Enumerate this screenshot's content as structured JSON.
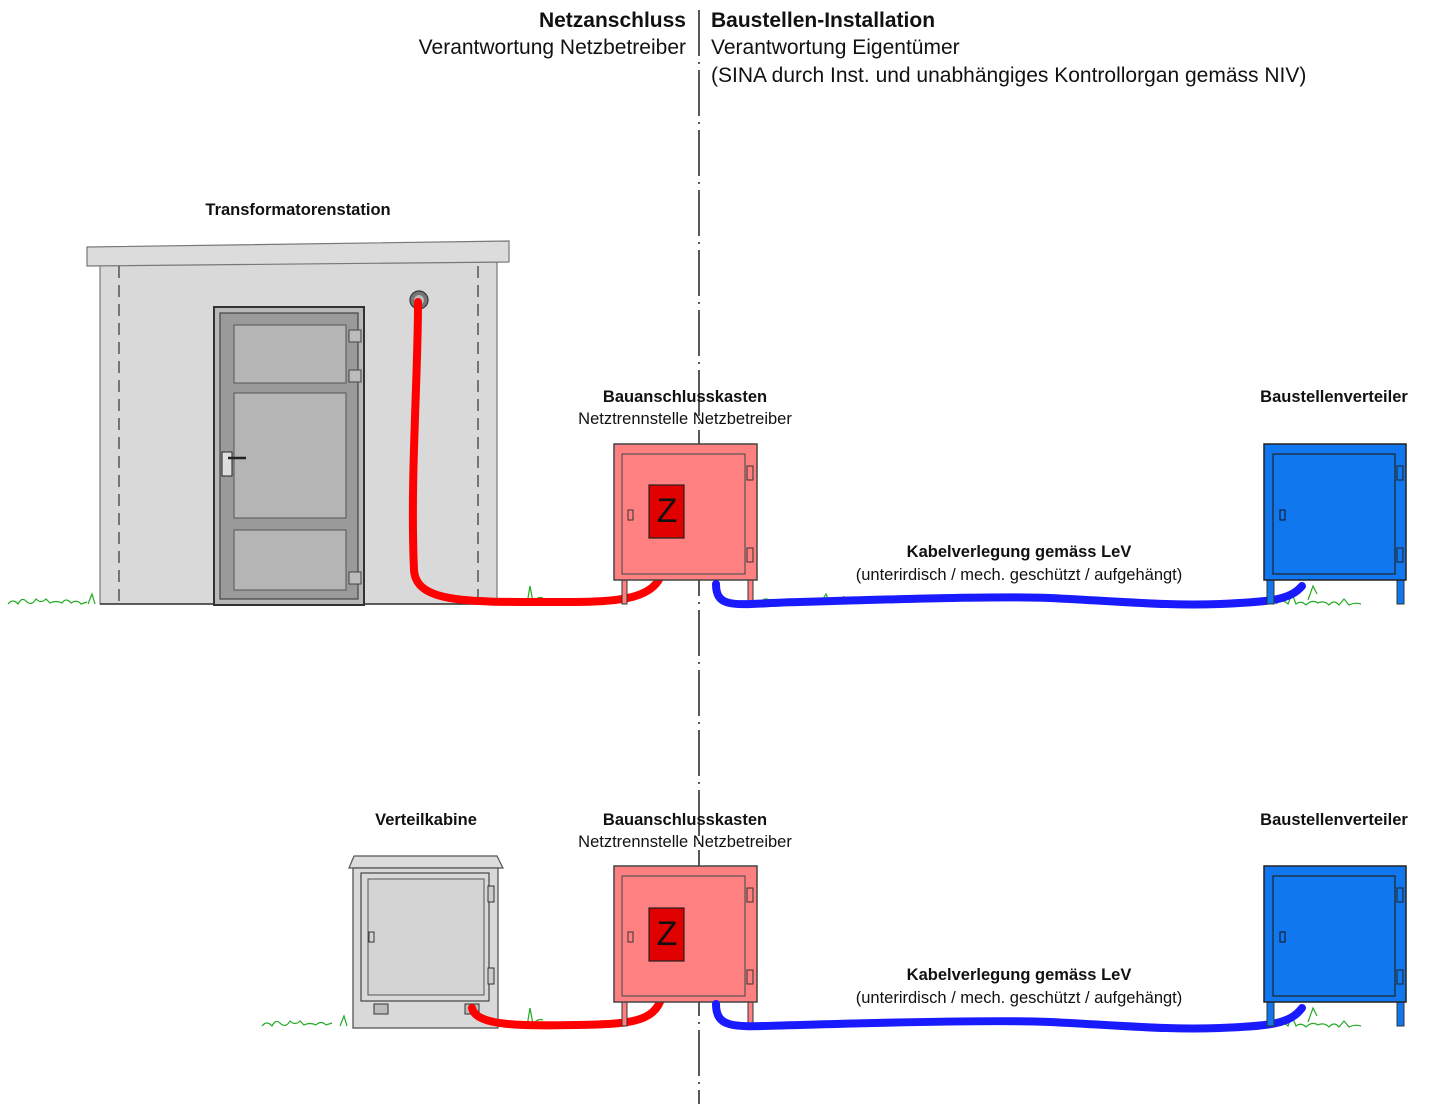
{
  "header": {
    "left_title": "Netzanschluss",
    "left_sub": "Verantwortung Netzbetreiber",
    "right_title": "Baustellen-Installation",
    "right_sub": "Verantwortung Eigentümer",
    "right_sub2": "(SINA durch Inst. und unabhängiges Kontrollorgan gemäss NIV)"
  },
  "top_scene": {
    "station_label": "Transformatorenstation",
    "box_title": "Bauanschlusskasten",
    "box_sub": "Netztrennstelle Netzbetreiber",
    "meter_letter": "Z",
    "cable_title": "Kabelverlegung gemäss LeV",
    "cable_sub": "(unterirdisch / mech. geschützt / aufgehängt)",
    "distributor_label": "Baustellenverteiler"
  },
  "bottom_scene": {
    "cabin_label": "Verteilkabine",
    "box_title": "Bauanschlusskasten",
    "box_sub": "Netztrennstelle Netzbetreiber",
    "meter_letter": "Z",
    "cable_title": "Kabelverlegung gemäss LeV",
    "cable_sub": "(unterirdisch / mech. geschützt / aufgehängt)",
    "distributor_label": "Baustellenverteiler"
  },
  "colors": {
    "grid_cable": "#ff0000",
    "site_cable": "#1a1aff",
    "connection_box": "#ff8080",
    "meter": "#e00000",
    "distributor": "#1177ee",
    "building": "#d9d9d9",
    "grass": "#22aa22"
  }
}
